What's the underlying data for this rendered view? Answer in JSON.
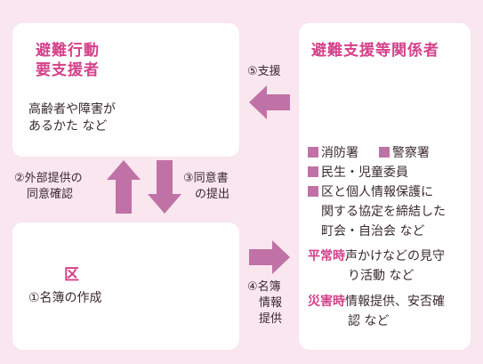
{
  "left_top": {
    "title_line1": "避難行動",
    "title_line2": "要支援者",
    "body_line1": "高齢者や障害が",
    "body_line2": "あるかた など"
  },
  "left_bottom": {
    "title": "区",
    "body": "①名簿の作成"
  },
  "right": {
    "title": "避難支援等関係者",
    "item1a": "消防署",
    "item1b": "警察署",
    "item2": "民生・児童委員",
    "item3_line1": "区と個人情報保護に",
    "item3_line2": "関する協定を締結した",
    "item3_line3": "町会・自治会 など",
    "normal_tag": "平常時",
    "normal_line1": "声かけなどの見守",
    "normal_line2": "り活動 など",
    "disaster_tag": "災害時",
    "disaster_line1": "情報提供、安否確",
    "disaster_line2": "認 など"
  },
  "arrows": {
    "support": "⑤支援",
    "consent_line1": "②外部提供の",
    "consent_line2": "同意確認",
    "submit_line1": "③同意書",
    "submit_line2": "の提出",
    "list_line1": "④名簿",
    "list_line2": "情報",
    "list_line3": "提供"
  },
  "colors": {
    "accent": "#d4418a",
    "arrow": "#c072a6",
    "background": "#f9e6ef"
  }
}
